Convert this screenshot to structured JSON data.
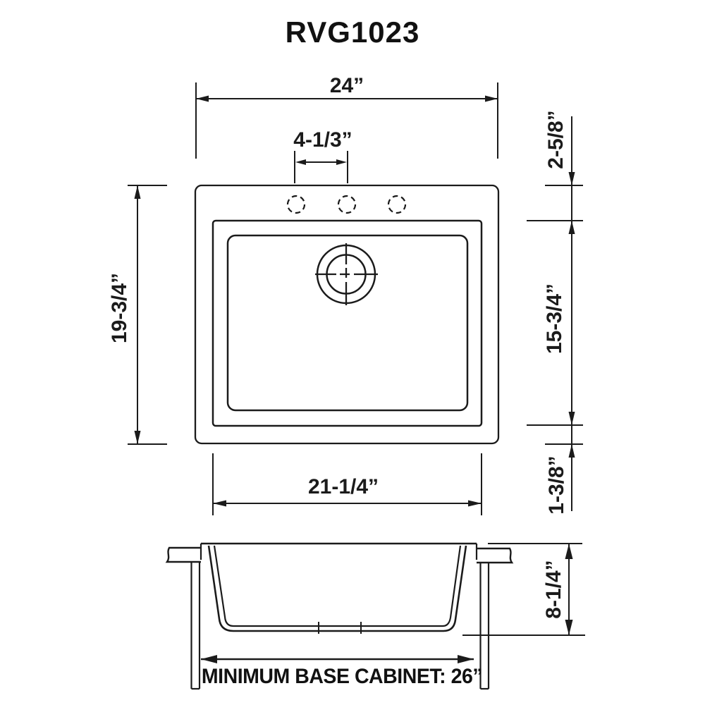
{
  "title": "RVG1023",
  "colors": {
    "line": "#1b1b1b",
    "text": "#111111",
    "background": "#ffffff"
  },
  "top_view": {
    "description": "sink plan view with three faucet holes and drain",
    "dims": {
      "overall_width": "24”",
      "faucet_hole_spacing": "4-1/3”",
      "overall_depth": "19-3/4”",
      "rim_to_bowl_top": "2-5/8”",
      "bowl_depth_front_back": "15-3/4”",
      "bowl_to_rim_bottom": "1-3/8”",
      "bowl_width": "21-1/4”"
    }
  },
  "side_view": {
    "description": "sink section in counter with base cabinet",
    "dims": {
      "bowl_depth": "8-1/4”",
      "cabinet_note": "MINIMUM BASE CABINET: 26”"
    }
  }
}
